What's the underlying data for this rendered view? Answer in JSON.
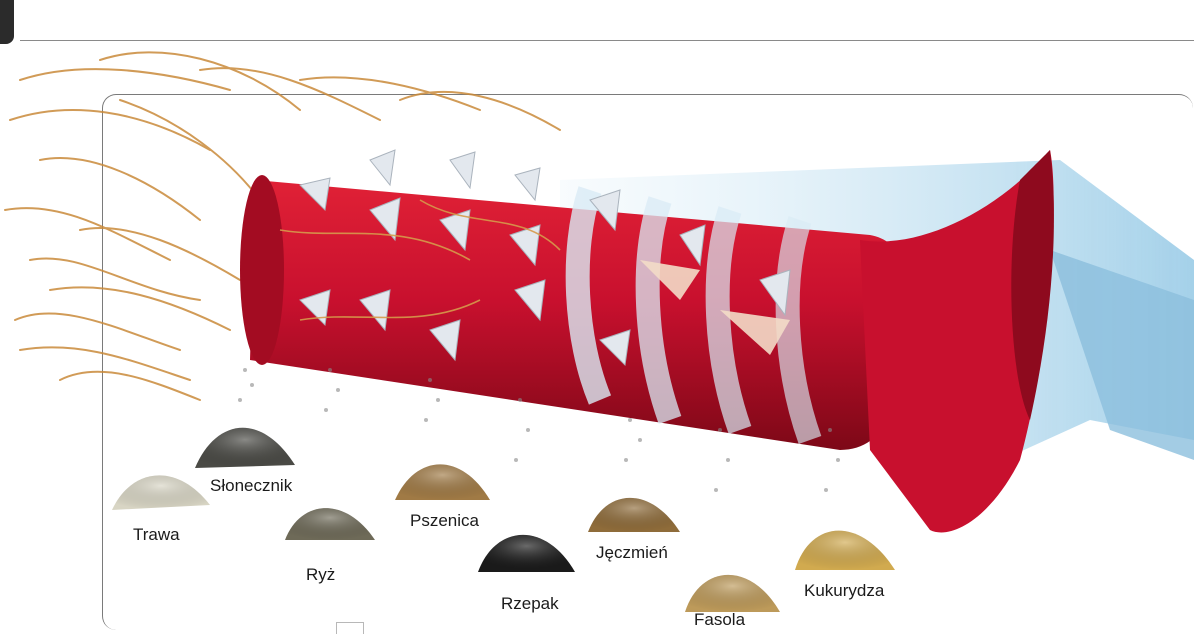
{
  "labels": {
    "trawa": "Trawa",
    "slonecznik": "Słonecznik",
    "ryz": "Ryż",
    "pszenica": "Pszenica",
    "rzepak": "Rzepak",
    "jeczmien": "Jęczmień",
    "fasola": "Fasola",
    "kukurydza": "Kukurydza"
  },
  "colors": {
    "drum": "#c8102e",
    "drum_dark": "#8e0a1e",
    "tooth": "#dfe6ee",
    "airflow": "#9fd0ea",
    "straw": "#c98a3a"
  }
}
